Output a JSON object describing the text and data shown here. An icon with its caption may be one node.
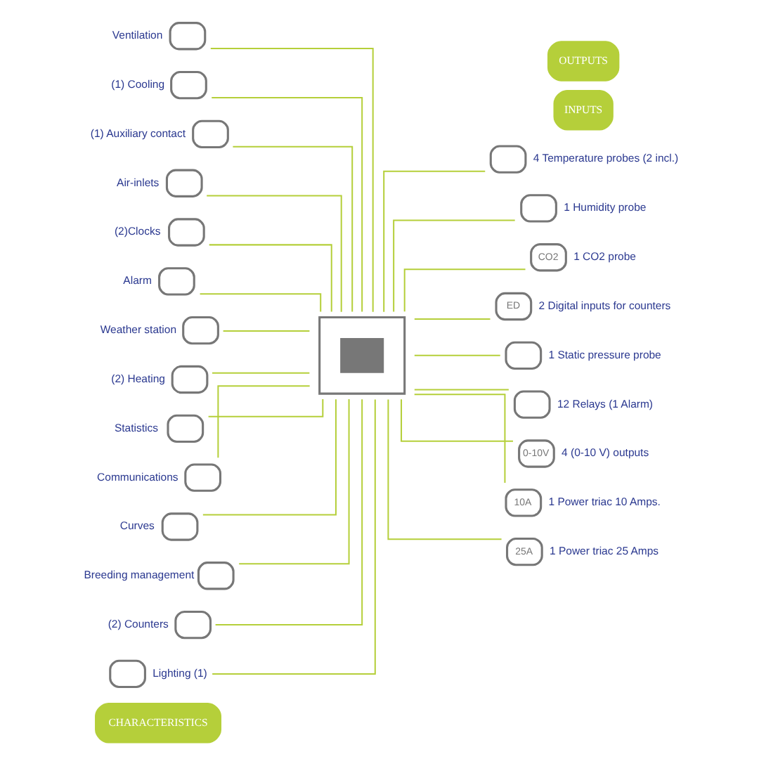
{
  "diagram": {
    "nodes": [
      {
        "text": [
          "CHARACTERISTICS"
        ]
      },
      {
        "text": [],
        "shape": "box",
        "beside": [
          "Ventilation"
        ]
      },
      {
        "text": [],
        "shape": "box",
        "beside": [
          "(1) Cooling"
        ]
      },
      {
        "text": [],
        "shape": "box",
        "beside": [
          "(1) Auxiliary contact"
        ]
      },
      {
        "text": [],
        "shape": "box",
        "beside": [
          "Air-inlets"
        ]
      },
      {
        "text": [],
        "shape": "box",
        "beside": [
          "(2)Clocks"
        ]
      },
      {
        "text": [],
        "shape": "box",
        "beside": [
          "Alarm"
        ]
      },
      {
        "text": [],
        "shape": "box",
        "beside": [
          "Weather station"
        ]
      },
      {
        "text": [],
        "shape": "box",
        "beside": [
          "(2) Heating"
        ]
      },
      {
        "text": [],
        "shape": "box",
        "beside": [
          "Statistics"
        ]
      },
      {
        "text": [],
        "shape": "box",
        "beside": [
          "Communications"
        ]
      },
      {
        "text": [],
        "shape": "box",
        "beside": [
          "Curves"
        ]
      },
      {
        "text": [],
        "shape": "box",
        "beside": [
          "Breeding management"
        ]
      },
      {
        "text": [],
        "shape": "box",
        "beside": [
          "(2) Counters"
        ]
      },
      {
        "text": [],
        "shape": "box",
        "beside": [
          "Lighting (1)"
        ]
      },
      {
        "text": [],
        "shape": "box"
      },
      {
        "text": [
          "INPUTS"
        ]
      },
      {
        "text": [],
        "shape": "box",
        "beside": [
          "4 Temperature probes (2 incl.)"
        ]
      },
      {
        "text": [],
        "shape": "box",
        "beside": [
          "1 Humidity probe"
        ]
      },
      {
        "text": [
          "CO2"
        ],
        "beside": [
          "1 CO2 probe"
        ]
      },
      {
        "text": [
          "ED"
        ],
        "beside": [
          "2 Digital inputs for counters"
        ]
      },
      {
        "text": [],
        "shape": "box",
        "beside": [
          "1 Static pressure probe"
        ]
      },
      {
        "text": [
          "OUTPUTS"
        ]
      },
      {
        "text": [],
        "shape": "box",
        "beside": [
          "12 Relays (1 Alarm)"
        ]
      },
      {
        "text": [
          "0-10V"
        ],
        "beside": [
          "4 (0-10 V) outputs"
        ]
      },
      {
        "text": [
          "10A"
        ],
        "beside": [
          "1 Power triac 10 Amps."
        ]
      },
      {
        "text": [
          "25A"
        ],
        "beside": [
          "1 Power triac 25 Amps"
        ]
      }
    ],
    "edges": [
      {
        "from": 1,
        "to": 15,
        "arrow": "none"
      },
      {
        "from": 2,
        "to": 15,
        "arrow": "none"
      },
      {
        "from": 3,
        "to": 15,
        "arrow": "none"
      },
      {
        "from": 4,
        "to": 15,
        "arrow": "none"
      },
      {
        "from": 5,
        "to": 15,
        "arrow": "none"
      },
      {
        "from": 6,
        "to": 15,
        "arrow": "none"
      },
      {
        "from": 7,
        "to": 15,
        "arrow": "none"
      },
      {
        "from": 8,
        "to": 15,
        "arrow": "none"
      },
      {
        "from": 9,
        "to": 15,
        "arrow": "none"
      },
      {
        "from": 10,
        "to": 15,
        "arrow": "none"
      },
      {
        "from": 11,
        "to": 15,
        "arrow": "none"
      },
      {
        "from": 12,
        "to": 15,
        "arrow": "none"
      },
      {
        "from": 13,
        "to": 15,
        "arrow": "none"
      },
      {
        "from": 14,
        "to": 15,
        "arrow": "none"
      },
      {
        "from": 15,
        "to": 17,
        "arrow": "none"
      },
      {
        "from": 15,
        "to": 18,
        "arrow": "none"
      },
      {
        "from": 15,
        "to": 19,
        "arrow": "none"
      },
      {
        "from": 15,
        "to": 20,
        "arrow": "none"
      },
      {
        "from": 15,
        "to": 21,
        "arrow": "none"
      },
      {
        "from": 15,
        "to": 23,
        "arrow": "none"
      },
      {
        "from": 15,
        "to": 24,
        "arrow": "none"
      },
      {
        "from": 15,
        "to": 25,
        "arrow": "none"
      },
      {
        "from": 15,
        "to": 26,
        "arrow": "none"
      }
    ]
  }
}
